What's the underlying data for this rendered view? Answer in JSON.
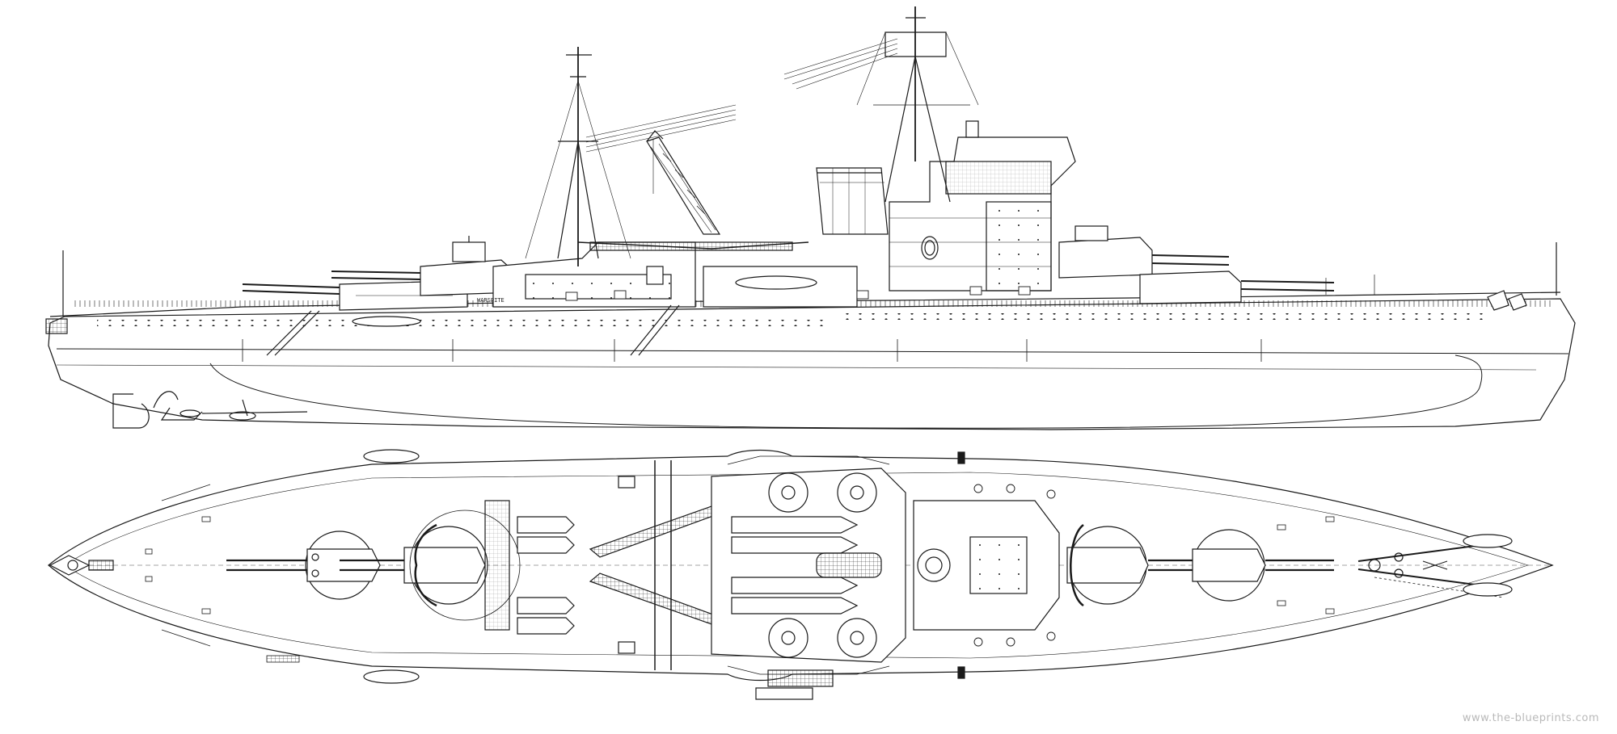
{
  "drawing": {
    "views": [
      "side-elevation",
      "plan-view"
    ],
    "line_color": "#1a1a1a",
    "background": "#ffffff",
    "hull_name_marking": "WARSPITE"
  },
  "watermark": {
    "text": "www.the-blueprints.com",
    "color": "#b9b9b9"
  }
}
